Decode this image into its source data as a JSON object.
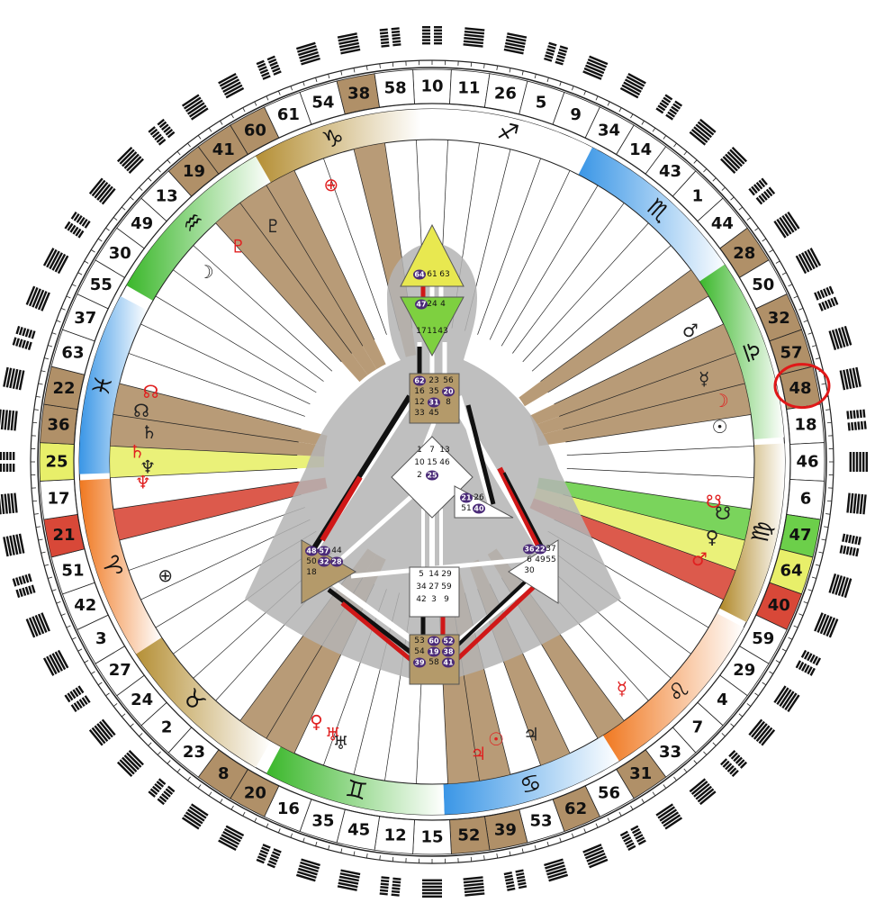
{
  "gates": [
    {
      "n": "10",
      "a": 0
    },
    {
      "n": "11",
      "a": 5.625
    },
    {
      "n": "26",
      "a": 11.25
    },
    {
      "n": "5",
      "a": 16.875
    },
    {
      "n": "9",
      "a": 22.5
    },
    {
      "n": "34",
      "a": 28.125
    },
    {
      "n": "14",
      "a": 33.75
    },
    {
      "n": "43",
      "a": 39.375
    },
    {
      "n": "1",
      "a": 45
    },
    {
      "n": "44",
      "a": 50.625
    },
    {
      "n": "28",
      "a": 56.25,
      "fill": "#b09068"
    },
    {
      "n": "50",
      "a": 61.875
    },
    {
      "n": "32",
      "a": 67.5,
      "fill": "#b09068"
    },
    {
      "n": "57",
      "a": 73.125,
      "fill": "#b09068"
    },
    {
      "n": "48",
      "a": 78.75,
      "fill": "#b09068"
    },
    {
      "n": "18",
      "a": 84.375
    },
    {
      "n": "46",
      "a": 90
    },
    {
      "n": "6",
      "a": 95.625
    },
    {
      "n": "47",
      "a": 101.25,
      "fill": "#6ccf4a"
    },
    {
      "n": "64",
      "a": 106.875,
      "fill": "#e8ef6a"
    },
    {
      "n": "40",
      "a": 112.5,
      "fill": "#d84838"
    },
    {
      "n": "59",
      "a": 118.125
    },
    {
      "n": "29",
      "a": 123.75
    },
    {
      "n": "4",
      "a": 129.375
    },
    {
      "n": "7",
      "a": 135
    },
    {
      "n": "33",
      "a": 140.625
    },
    {
      "n": "31",
      "a": 146.25,
      "fill": "#b09068"
    },
    {
      "n": "56",
      "a": 151.875
    },
    {
      "n": "62",
      "a": 157.5,
      "fill": "#b09068"
    },
    {
      "n": "53",
      "a": 163.125
    },
    {
      "n": "39",
      "a": 168.75,
      "fill": "#b09068"
    },
    {
      "n": "52",
      "a": 174.375,
      "fill": "#b09068"
    },
    {
      "n": "15",
      "a": 180
    },
    {
      "n": "12",
      "a": 185.625
    },
    {
      "n": "45",
      "a": 191.25
    },
    {
      "n": "35",
      "a": 196.875
    },
    {
      "n": "16",
      "a": 202.5
    },
    {
      "n": "20",
      "a": 208.125,
      "fill": "#b09068"
    },
    {
      "n": "8",
      "a": 213.75,
      "fill": "#b09068"
    },
    {
      "n": "23",
      "a": 219.375
    },
    {
      "n": "2",
      "a": 225
    },
    {
      "n": "24",
      "a": 230.625
    },
    {
      "n": "27",
      "a": 236.25
    },
    {
      "n": "3",
      "a": 241.875
    },
    {
      "n": "42",
      "a": 247.5
    },
    {
      "n": "51",
      "a": 253.125
    },
    {
      "n": "21",
      "a": 258.75,
      "fill": "#d84838"
    },
    {
      "n": "17",
      "a": 264.375
    },
    {
      "n": "25",
      "a": 270,
      "fill": "#e8ef6a"
    },
    {
      "n": "36",
      "a": 275.625,
      "fill": "#b09068"
    },
    {
      "n": "22",
      "a": 281.25,
      "fill": "#b09068"
    },
    {
      "n": "63",
      "a": 286.875
    },
    {
      "n": "37",
      "a": 292.5
    },
    {
      "n": "55",
      "a": 298.125
    },
    {
      "n": "30",
      "a": 303.75
    },
    {
      "n": "49",
      "a": 309.375
    },
    {
      "n": "13",
      "a": 315
    },
    {
      "n": "19",
      "a": 320.625,
      "fill": "#b09068"
    },
    {
      "n": "41",
      "a": 326.25,
      "fill": "#b09068"
    },
    {
      "n": "60",
      "a": 331.875,
      "fill": "#b09068"
    },
    {
      "n": "61",
      "a": 337.5
    },
    {
      "n": "54",
      "a": 343.125
    },
    {
      "n": "38",
      "a": 348.75,
      "fill": "#b09068"
    },
    {
      "n": "58",
      "a": 354.375
    }
  ],
  "signs": [
    {
      "glyph": "♑",
      "a": 343,
      "color": "#b08828"
    },
    {
      "glyph": "♐",
      "a": 13,
      "color": "#ffffff"
    },
    {
      "glyph": "♏",
      "a": 42,
      "color": "#3a96e6"
    },
    {
      "glyph": "♎",
      "a": 71,
      "color": "#3ab72a"
    },
    {
      "glyph": "♍",
      "a": 102,
      "color": "#b08828"
    },
    {
      "glyph": "♌",
      "a": 133,
      "color": "#f07820"
    },
    {
      "glyph": "♋",
      "a": 163,
      "color": "#3a96e6"
    },
    {
      "glyph": "♊",
      "a": 193,
      "color": "#3ab72a"
    },
    {
      "glyph": "♉",
      "a": 225,
      "color": "#b08828"
    },
    {
      "glyph": "♈",
      "a": 252,
      "color": "#f07820"
    },
    {
      "glyph": "♓",
      "a": 283,
      "color": "#3a96e6"
    },
    {
      "glyph": "♒",
      "a": 315,
      "color": "#3ab72a"
    }
  ],
  "planets": [
    {
      "glyph": "⊕",
      "a": 340,
      "color": "#e02020"
    },
    {
      "glyph": "♇",
      "a": 318,
      "color": "#e02020"
    },
    {
      "glyph": "♇",
      "a": 326,
      "color": "#222"
    },
    {
      "glyph": "☽",
      "a": 310,
      "color": "#222"
    },
    {
      "glyph": "♂",
      "a": 63,
      "color": "#222"
    },
    {
      "glyph": "☿",
      "a": 73,
      "color": "#222"
    },
    {
      "glyph": "☽",
      "a": 78,
      "color": "#e02020"
    },
    {
      "glyph": "☉",
      "a": 83,
      "color": "#222"
    },
    {
      "glyph": "☋",
      "a": 98,
      "color": "#e02020"
    },
    {
      "glyph": "☋",
      "a": 100,
      "color": "#222"
    },
    {
      "glyph": "♀",
      "a": 105,
      "color": "#222"
    },
    {
      "glyph": "♂",
      "a": 110,
      "color": "#e02020"
    },
    {
      "glyph": "☿",
      "a": 140,
      "color": "#e02020"
    },
    {
      "glyph": "♃",
      "a": 160,
      "color": "#222"
    },
    {
      "glyph": "☉",
      "a": 167,
      "color": "#e02020"
    },
    {
      "glyph": "♃",
      "a": 171,
      "color": "#e02020"
    },
    {
      "glyph": "♅",
      "a": 200,
      "color": "#e02020"
    },
    {
      "glyph": "♀",
      "a": 204,
      "color": "#e02020"
    },
    {
      "glyph": "♅",
      "a": 198,
      "color": "#222"
    },
    {
      "glyph": "⊕",
      "a": 247,
      "color": "#222"
    },
    {
      "glyph": "♆",
      "a": 269,
      "color": "#222"
    },
    {
      "glyph": "♄",
      "a": 272,
      "color": "#e02020"
    },
    {
      "glyph": "♆",
      "a": 266,
      "color": "#e02020"
    },
    {
      "glyph": "♄",
      "a": 276,
      "color": "#222"
    },
    {
      "glyph": "☊",
      "a": 280,
      "color": "#222"
    },
    {
      "glyph": "☊",
      "a": 284,
      "color": "#e02020"
    }
  ],
  "centers": {
    "head": [
      "64",
      "61",
      "63"
    ],
    "ajna": [
      "47",
      "24",
      "4",
      "17",
      "11",
      "43"
    ],
    "throat": [
      "62",
      "23",
      "56",
      "16",
      "35",
      "20",
      "12",
      "31",
      "8",
      "33",
      "45"
    ],
    "g": [
      "1",
      "7",
      "13",
      "10",
      "15",
      "46",
      "2",
      "25"
    ],
    "heart": [
      "21",
      "26",
      "51",
      "40"
    ],
    "spleen": [
      "48",
      "57",
      "44",
      "50",
      "32",
      "28",
      "18"
    ],
    "solar": [
      "36",
      "22",
      "37",
      "6",
      "49",
      "55",
      "30"
    ],
    "sacral": [
      "5",
      "14",
      "29",
      "34",
      "27",
      "59",
      "42",
      "3",
      "9"
    ],
    "root": [
      "53",
      "60",
      "52",
      "54",
      "19",
      "38",
      "39",
      "58",
      "41"
    ]
  },
  "activated": [
    "64",
    "47",
    "62",
    "20",
    "31",
    "25",
    "21",
    "40",
    "48",
    "57",
    "32",
    "28",
    "36",
    "22",
    "60",
    "52",
    "19",
    "38",
    "39",
    "41"
  ],
  "highlight": "48",
  "colors": {
    "design": "#d01818",
    "personality": "#111111",
    "center_defined": "#b49a6a",
    "head_defined": "#e8e850",
    "ajna_defined": "#7ed040",
    "highlight_ring": "#e01818"
  }
}
